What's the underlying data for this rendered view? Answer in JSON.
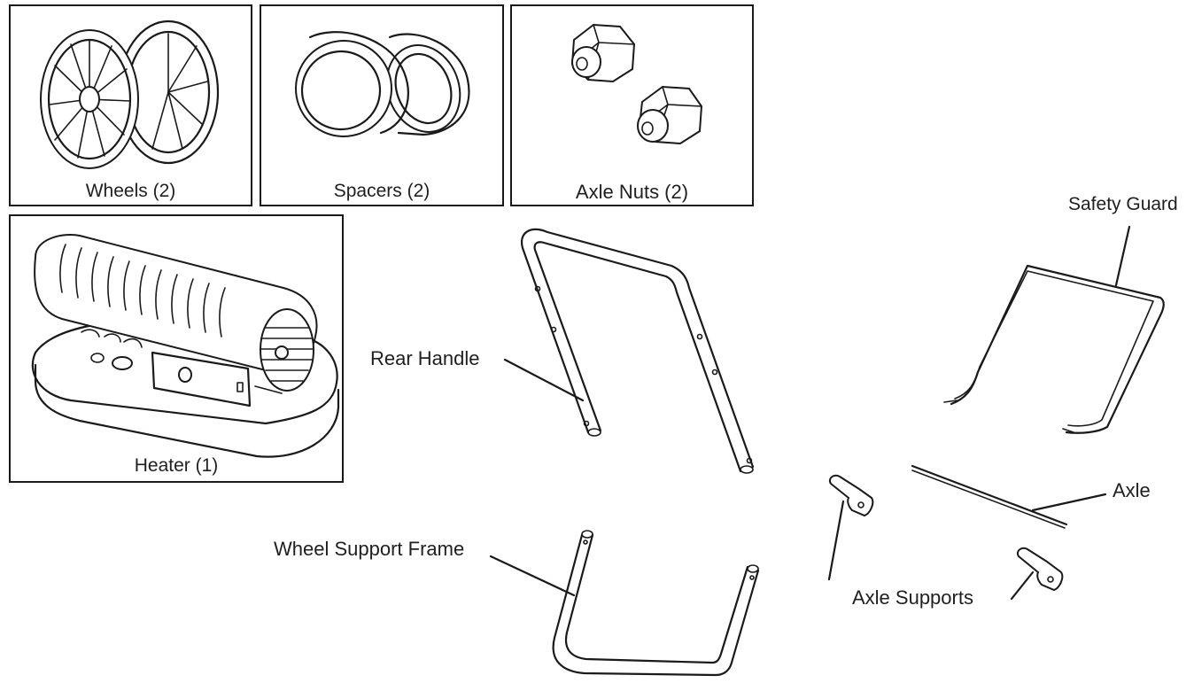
{
  "boxes": {
    "wheels": "Wheels (2)",
    "spacers": "Spacers (2)",
    "axle_nuts": "Axle Nuts (2)",
    "heater": "Heater (1)"
  },
  "callouts": {
    "safety_guard": "Safety Guard",
    "rear_handle": "Rear Handle",
    "axle": "Axle",
    "wheel_support_frame": "Wheel Support Frame",
    "axle_supports": "Axle Supports"
  }
}
